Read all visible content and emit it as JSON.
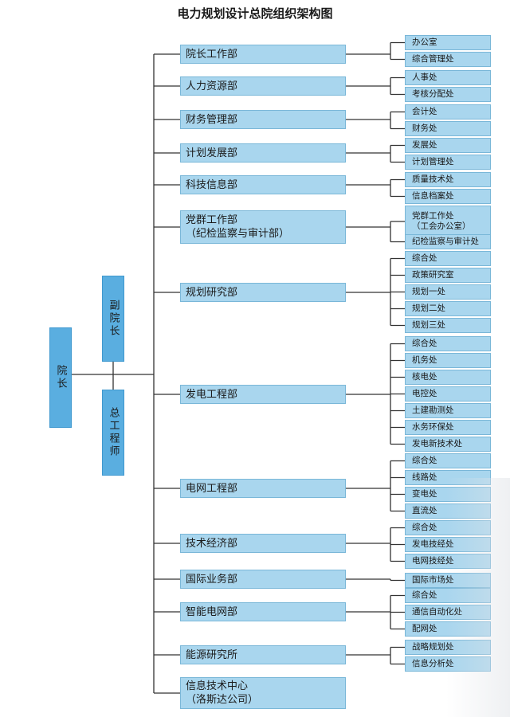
{
  "title": "电力规划设计总院组织架构图",
  "leaders": {
    "president": "院长",
    "vice_president": "副院长",
    "chief_engineer": "总工程师"
  },
  "departments": [
    {
      "lines": [
        "院长工作部"
      ],
      "subs": [
        [
          "办公室"
        ],
        [
          "综合管理处"
        ]
      ]
    },
    {
      "lines": [
        "人力资源部"
      ],
      "subs": [
        [
          "人事处"
        ],
        [
          "考核分配处"
        ]
      ]
    },
    {
      "lines": [
        "财务管理部"
      ],
      "subs": [
        [
          "会计处"
        ],
        [
          "财务处"
        ]
      ]
    },
    {
      "lines": [
        "计划发展部"
      ],
      "subs": [
        [
          "发展处"
        ],
        [
          "计划管理处"
        ]
      ]
    },
    {
      "lines": [
        "科技信息部"
      ],
      "subs": [
        [
          "质量技术处"
        ],
        [
          "信息档案处"
        ]
      ]
    },
    {
      "lines": [
        "党群工作部",
        "（纪检监察与审计部）"
      ],
      "subs": [
        [
          "党群工作处",
          "（工会办公室）"
        ],
        [
          "纪检监察与审计处"
        ]
      ]
    },
    {
      "lines": [
        "规划研究部"
      ],
      "subs": [
        [
          "综合处"
        ],
        [
          "政策研究室"
        ],
        [
          "规划一处"
        ],
        [
          "规划二处"
        ],
        [
          "规划三处"
        ]
      ]
    },
    {
      "lines": [
        "发电工程部"
      ],
      "subs": [
        [
          "综合处"
        ],
        [
          "机务处"
        ],
        [
          "核电处"
        ],
        [
          "电控处"
        ],
        [
          "土建勘测处"
        ],
        [
          "水务环保处"
        ],
        [
          "发电新技术处"
        ]
      ]
    },
    {
      "lines": [
        "电网工程部"
      ],
      "subs": [
        [
          "综合处"
        ],
        [
          "线路处"
        ],
        [
          "变电处"
        ],
        [
          "直流处"
        ]
      ]
    },
    {
      "lines": [
        "技术经济部"
      ],
      "subs": [
        [
          "综合处"
        ],
        [
          "发电技经处"
        ],
        [
          "电网技经处"
        ]
      ]
    },
    {
      "lines": [
        "国际业务部"
      ],
      "subs": [
        [
          "国际市场处"
        ]
      ]
    },
    {
      "lines": [
        "智能电网部"
      ],
      "subs": [
        [
          "综合处"
        ],
        [
          "通信自动化处"
        ],
        [
          "配网处"
        ]
      ]
    },
    {
      "lines": [
        "能源研究所"
      ],
      "subs": [
        [
          "战略规划处"
        ],
        [
          "信息分析处"
        ]
      ]
    },
    {
      "lines": [
        "信息技术中心",
        "（洛斯达公司）"
      ],
      "subs": []
    }
  ],
  "colors": {
    "box_fill": "#a9d6ee",
    "box_border": "#7ab7d8",
    "leader_fill": "#5aaee0",
    "connector": "#333333"
  }
}
